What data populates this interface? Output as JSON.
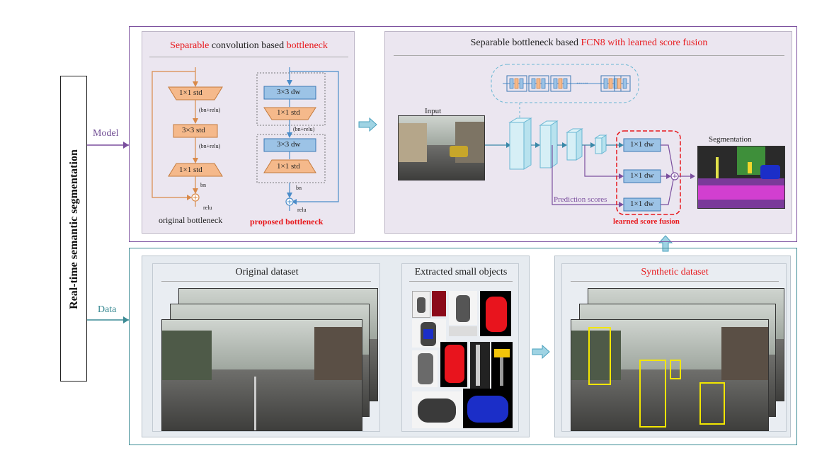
{
  "left_label": "Real-time semantic segmentation",
  "branch_model": "Model",
  "branch_data": "Data",
  "bottleneck_panel": {
    "title_part1": "Separable",
    "title_part2": " convolution based ",
    "title_part3": "bottleneck",
    "original": {
      "blocks": [
        "1×1 std",
        "3×3 std",
        "1×1 std"
      ],
      "annotations": [
        "(bn+relu)",
        "(bn+relu)",
        "bn",
        "relu"
      ],
      "caption": "original bottleneck"
    },
    "proposed": {
      "blocks": [
        "3×3 dw",
        "1×1 std",
        "3×3 dw",
        "1×1 std"
      ],
      "annotations": [
        "(bn+relu)",
        "bn",
        "relu"
      ],
      "caption": "proposed bottleneck"
    }
  },
  "fcn_panel": {
    "title_part1": "Separable  bottleneck based ",
    "title_part2": "FCN8 with learned score fusion",
    "input_label": "Input",
    "segmentation_label": "Segmentation",
    "fusion_blocks": [
      "1×1 dw",
      "1×1 dw",
      "1×1 dw"
    ],
    "prediction_label": "Prediction scores",
    "fusion_caption": "learned score fusion",
    "chain_ellipsis": "......"
  },
  "data_panel": {
    "original_title": "Original dataset",
    "objects_title": "Extracted small objects",
    "synthetic_title": "Synthetic dataset"
  },
  "colors": {
    "model_border": "#7b4f9e",
    "data_border": "#3d8c95",
    "orange_block": "#f5b98b",
    "blue_block": "#9cc3e6",
    "cyan_arrow": "#9fd3e3",
    "highlight_red": "#e8191d",
    "box_yellow": "#f2e600"
  }
}
